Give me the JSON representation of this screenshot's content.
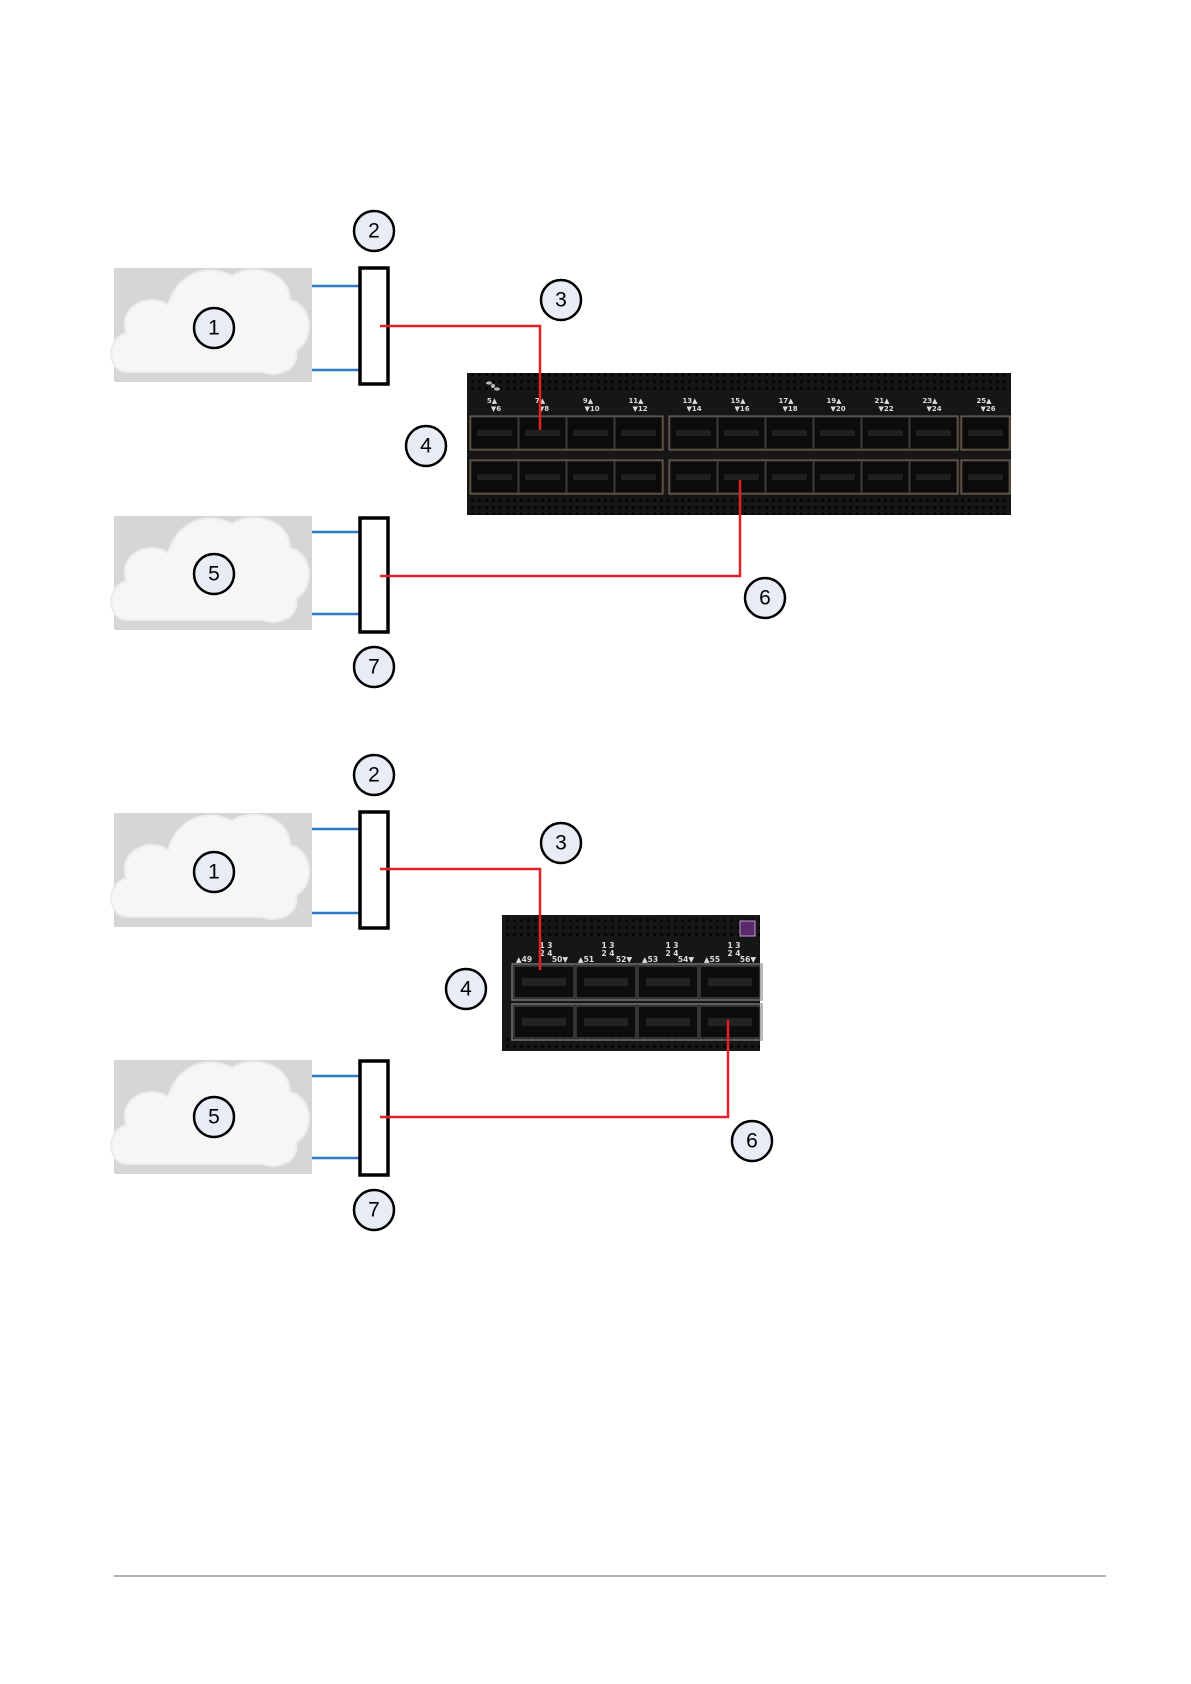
{
  "colors": {
    "cloud_bg": "#d6d6d6",
    "cloud_fill": "#f6f6f6",
    "blue_link": "#2f7ac7",
    "red_link": "#e0212a",
    "switch_body": "#181818",
    "callout_fill": "#e8ecf4"
  },
  "diagrams": [
    {
      "callouts": [
        "1",
        "2",
        "3",
        "4",
        "5",
        "6",
        "7"
      ],
      "switch": {
        "model": "48-port",
        "port_labels_top": [
          "5▲",
          "7▲",
          "9▲",
          "11▲",
          "13▲",
          "15▲",
          "17▲",
          "19▲",
          "21▲",
          "23▲",
          "25▲"
        ],
        "port_labels_bottom": [
          "▼6",
          "▼8",
          "▼10",
          "▼12",
          "▼14",
          "▼16",
          "▼18",
          "▼20",
          "▼22",
          "▼24",
          "▼26"
        ],
        "icons": [
          "fan-icon"
        ]
      }
    },
    {
      "callouts": [
        "1",
        "2",
        "3",
        "4",
        "5",
        "6",
        "7"
      ],
      "switch": {
        "model": "uplink",
        "port_labels": [
          "▲49",
          "50▼",
          "▲51",
          "52▼",
          "▲53",
          "54▼",
          "▲55",
          "56▼"
        ],
        "lane_labels": [
          "1 3",
          "2 4"
        ]
      }
    }
  ]
}
